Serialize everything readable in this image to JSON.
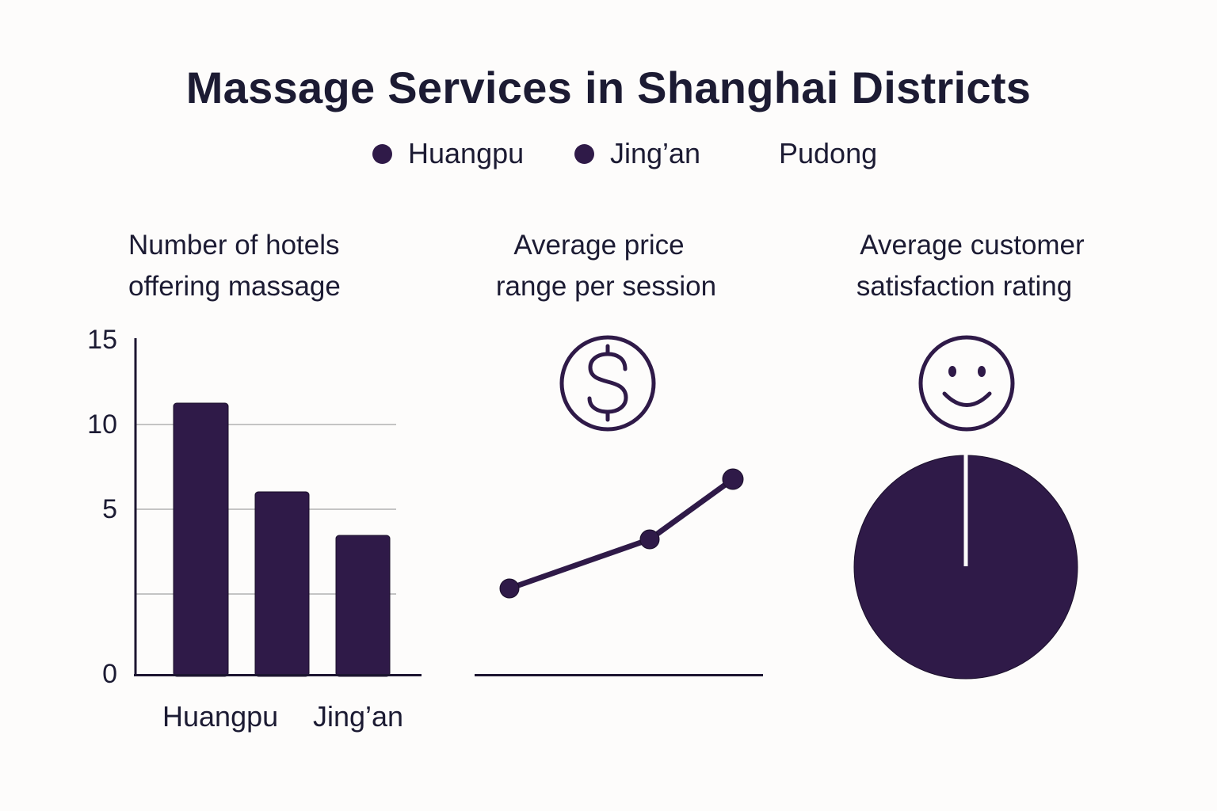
{
  "title": "Massage Services in Shanghai Districts",
  "legend": [
    {
      "label": "Huangpu",
      "marker": "dot",
      "color": "#2f1a48"
    },
    {
      "label": "Jing’an",
      "marker": "dot",
      "color": "#2f1a48"
    },
    {
      "label": "Pudong",
      "marker": "none",
      "color": null
    }
  ],
  "colors": {
    "primary": "#2f1a48",
    "text": "#1c1b33",
    "background": "#fdfcfb",
    "gridline": "#c4c4c4"
  },
  "panels": {
    "hotels": {
      "title_line1": "Number of hotels",
      "title_line2": "offering massage",
      "y_ticks": [
        "15",
        "10",
        "5",
        "0"
      ],
      "x_labels": [
        "Huangpu",
        "Jing’an"
      ]
    },
    "price": {
      "title_line1": "Average price",
      "title_line2": "range per session",
      "icon": "dollar-circle-icon"
    },
    "satisfaction": {
      "title_line1": "Average customer",
      "title_line2": "satisfaction rating",
      "icon": "smiley-face-icon"
    }
  },
  "chart_data": [
    {
      "type": "bar",
      "title": "Number of hotels offering massage",
      "categories": [
        "Huangpu",
        "Jing’an",
        "Pudong"
      ],
      "values": [
        11,
        6,
        3.5
      ],
      "xlabel": "",
      "ylabel": "",
      "y_tick_labels": [
        0,
        5,
        10,
        15
      ],
      "ylim": [
        0,
        15
      ],
      "grid": true,
      "legend_position": "top",
      "note": "Only Huangpu and Jing’an are labeled on the x-axis; third bar inferred as Pudong"
    },
    {
      "type": "line",
      "title": "Average price range per session",
      "categories": [
        "Huangpu",
        "Jing’an",
        "Pudong"
      ],
      "values": [
        3,
        4,
        5.3
      ],
      "xlabel": "",
      "ylabel": "",
      "grid": false,
      "note": "No axis scale shown; values are relative heights above baseline"
    },
    {
      "type": "pie",
      "title": "Average customer satisfaction rating",
      "categories": [
        "Rating"
      ],
      "values": [
        100
      ],
      "note": "Single filled disc with a thin white radial gap at 12 o'clock"
    }
  ]
}
